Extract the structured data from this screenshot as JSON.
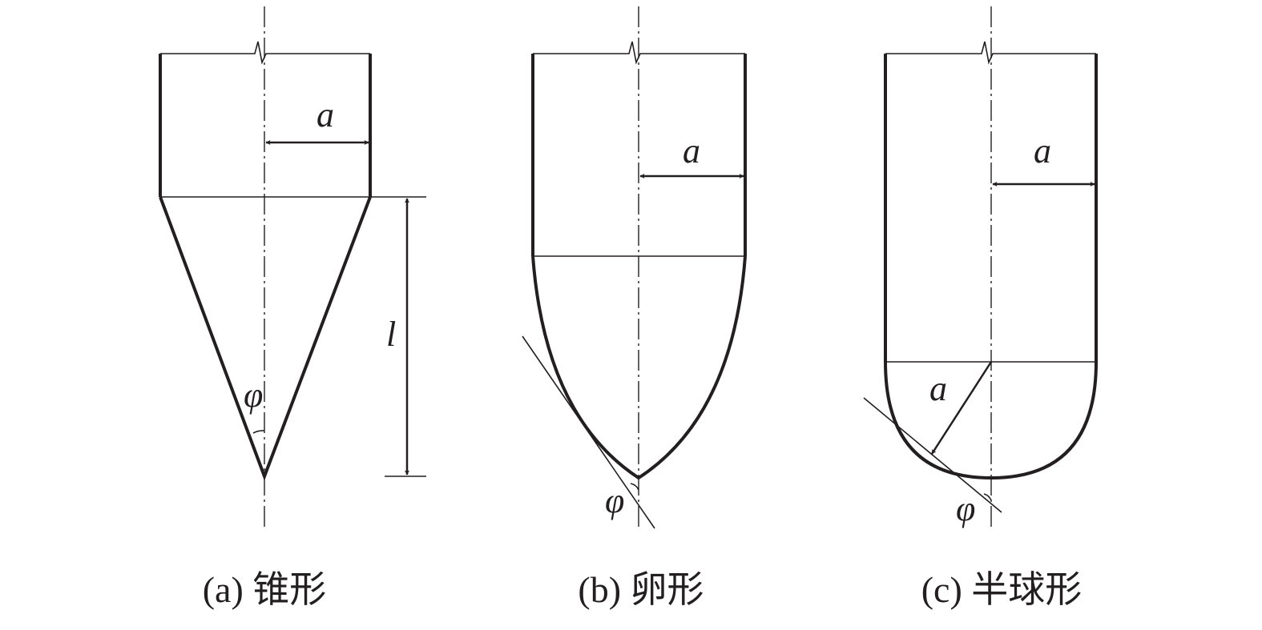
{
  "figures": [
    {
      "caption": "(a) 锥形",
      "radius_label": "a",
      "length_label": "l",
      "angle_label": "φ"
    },
    {
      "caption": "(b) 卵形",
      "radius_label": "a",
      "angle_label": "φ"
    },
    {
      "caption": "(c) 半球形",
      "radius_label": "a",
      "inner_radius_label": "a",
      "angle_label": "φ"
    }
  ],
  "colors": {
    "line": "#231f20"
  }
}
